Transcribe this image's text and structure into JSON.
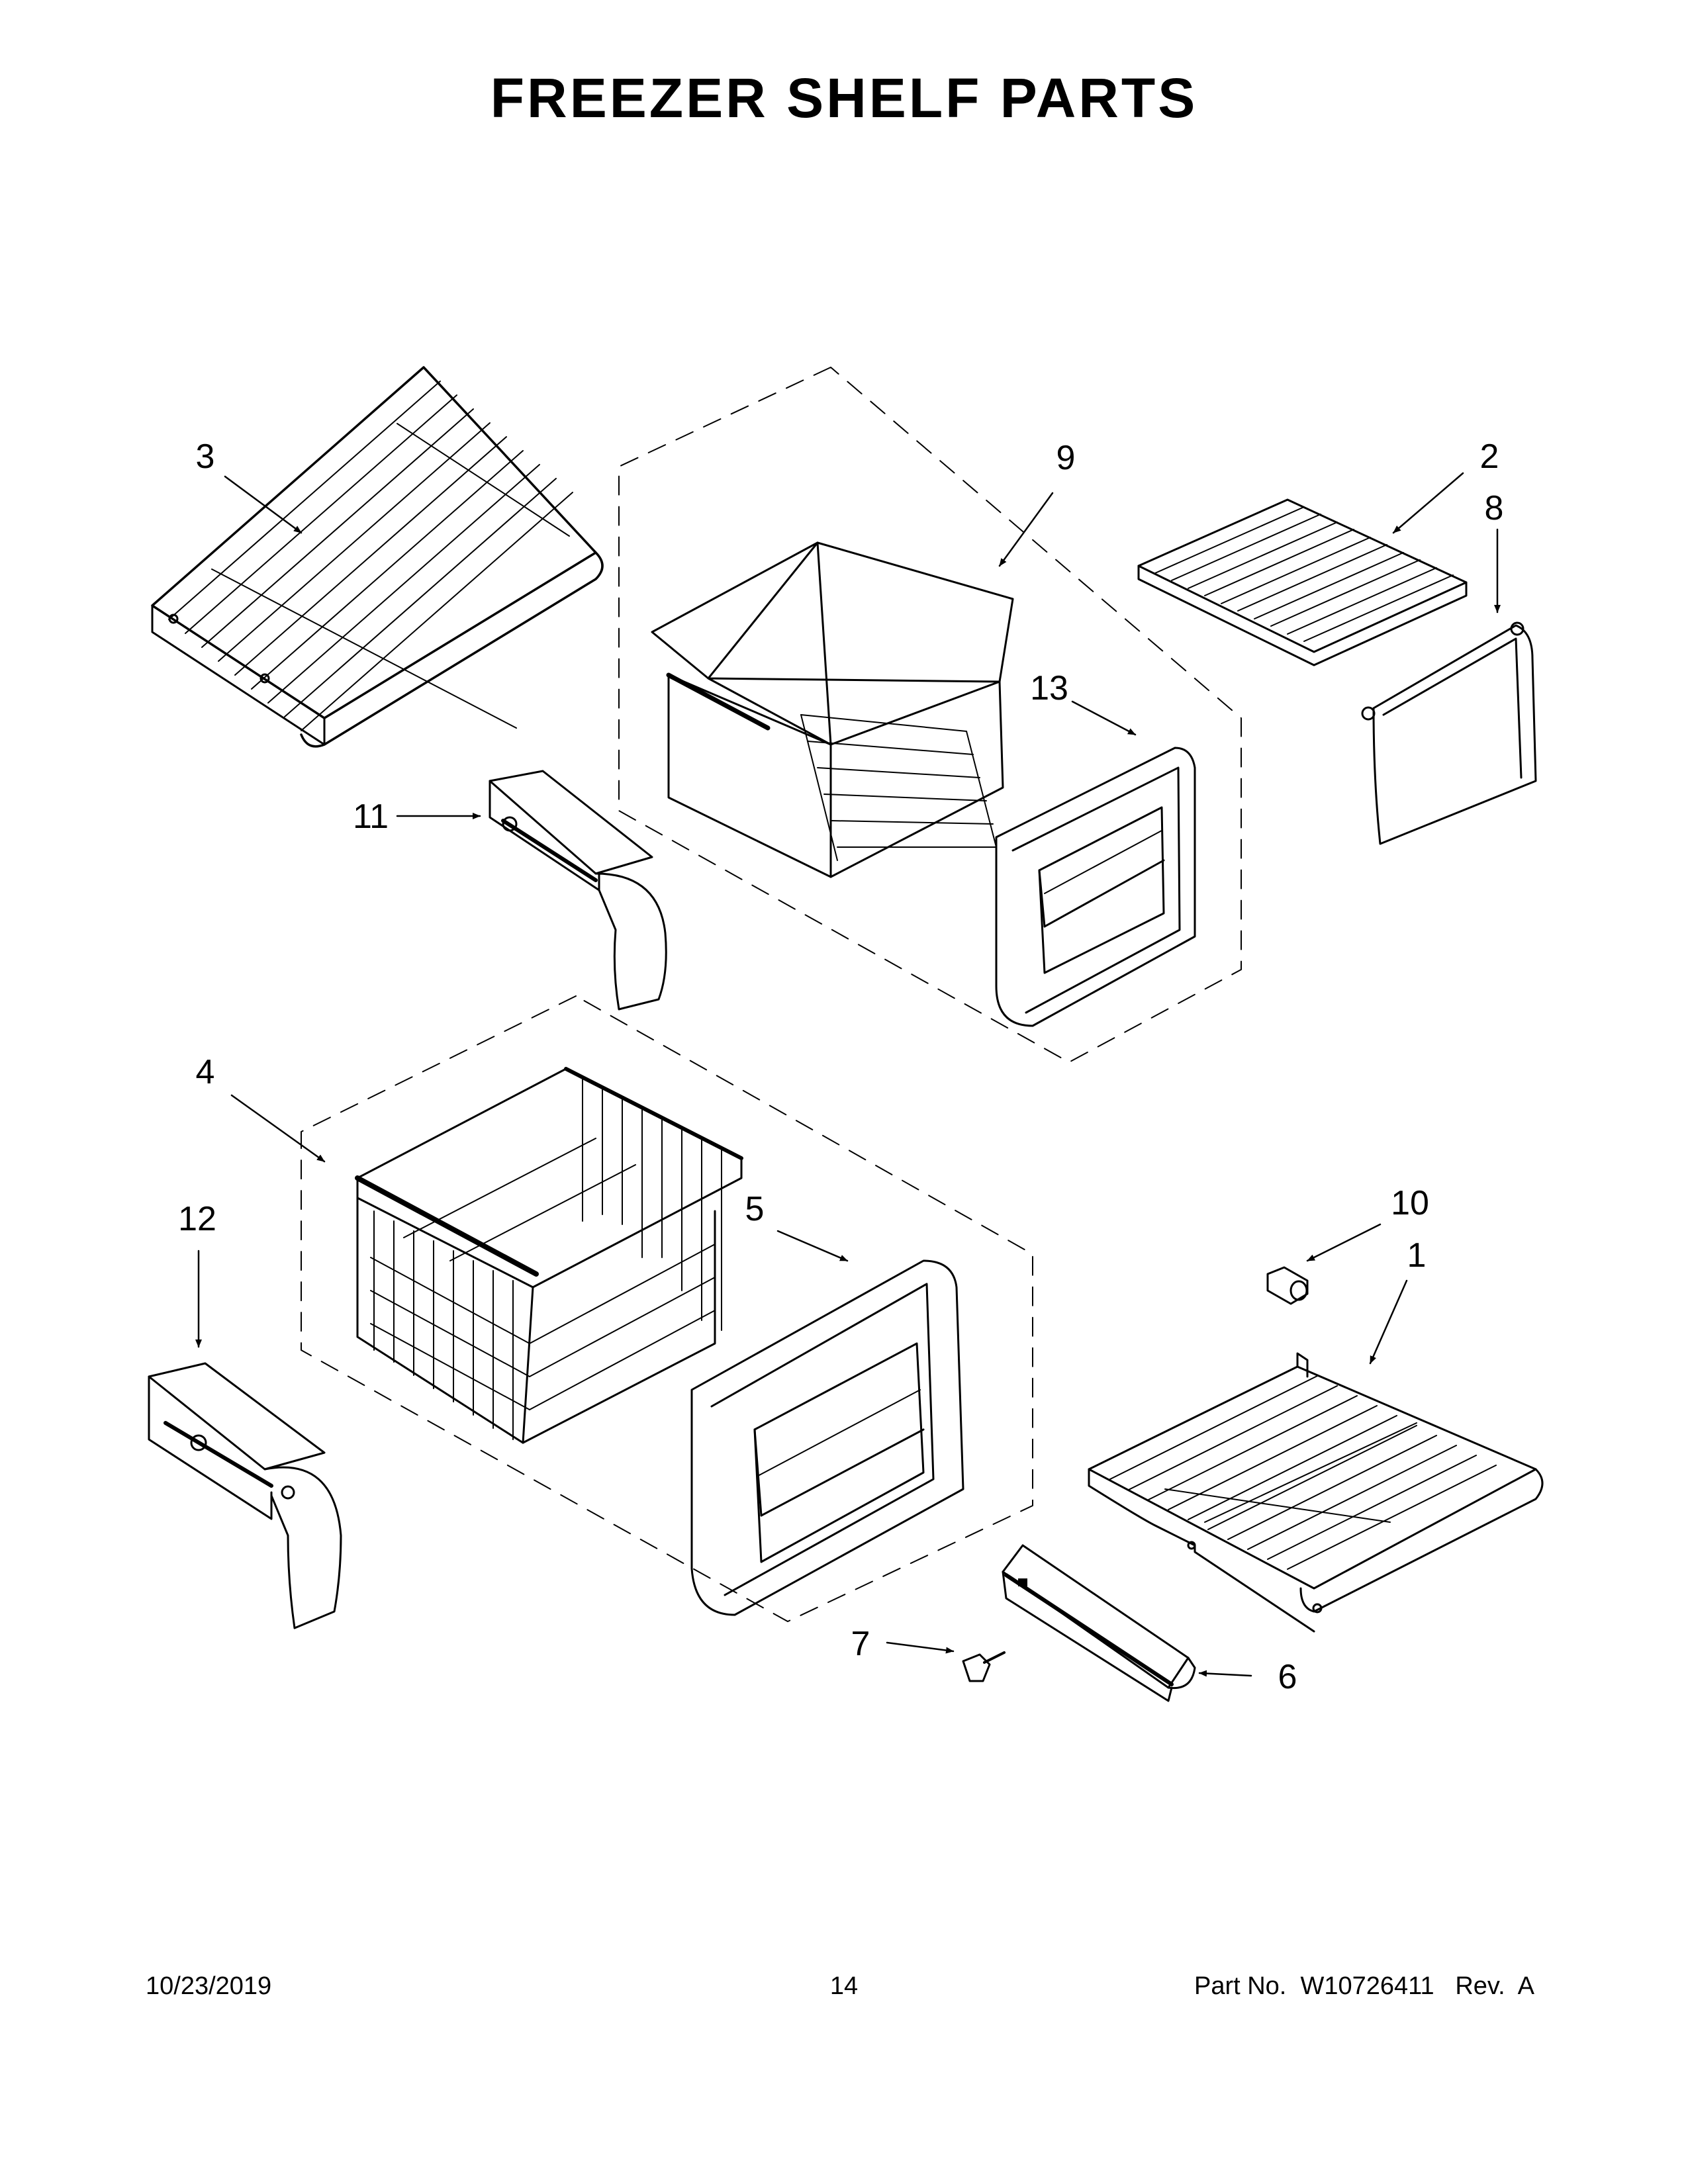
{
  "title": "FREEZER SHELF PARTS",
  "callouts": [
    {
      "id": "3",
      "label": "3"
    },
    {
      "id": "9",
      "label": "9"
    },
    {
      "id": "2",
      "label": "2"
    },
    {
      "id": "8",
      "label": "8"
    },
    {
      "id": "13",
      "label": "13"
    },
    {
      "id": "11",
      "label": "11"
    },
    {
      "id": "4",
      "label": "4"
    },
    {
      "id": "5",
      "label": "5"
    },
    {
      "id": "12",
      "label": "12"
    },
    {
      "id": "10",
      "label": "10"
    },
    {
      "id": "1",
      "label": "1"
    },
    {
      "id": "7",
      "label": "7"
    },
    {
      "id": "6",
      "label": "6"
    }
  ],
  "footer": {
    "date": "10/23/2019",
    "page": "14",
    "part_label": "Part No.",
    "part_number": "W10726411",
    "rev": "Rev.  A"
  }
}
